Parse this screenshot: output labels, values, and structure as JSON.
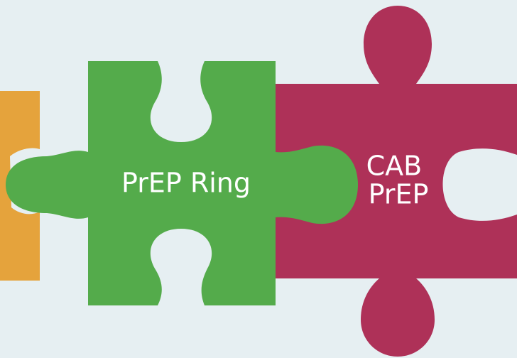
{
  "colors": {
    "background": "#e6eff2",
    "orange_piece": "#e5a33c",
    "green_piece": "#54ab4b",
    "magenta_piece": "#ae3158",
    "label_text": "#ffffff"
  },
  "pieces": [
    {
      "id": "orange",
      "label": ""
    },
    {
      "id": "green",
      "label": "PrEP Ring"
    },
    {
      "id": "magenta",
      "label_lines": [
        "CAB",
        "PrEP"
      ]
    }
  ]
}
